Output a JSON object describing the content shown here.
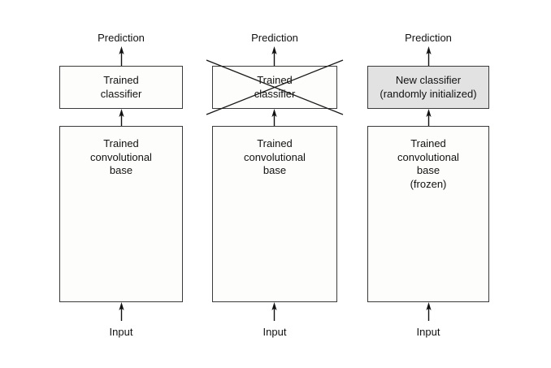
{
  "diagram": {
    "title": "Transfer learning: swapping the classifier on a pretrained convolutional base",
    "colors": {
      "box_stroke": "#3b3b3b",
      "box_fill": "#fdfdfb",
      "highlight_fill": "#e2e2e2",
      "text": "#121212",
      "arrow": "#111111",
      "background": "#ffffff"
    },
    "columns": [
      {
        "id": "column-1",
        "top_label": "Prediction",
        "classifier": {
          "lines": [
            "Trained",
            "classifier"
          ],
          "highlighted": false,
          "crossed_out": false
        },
        "base": {
          "lines": [
            "Trained",
            "convolutional",
            "base"
          ]
        },
        "bottom_label": "Input"
      },
      {
        "id": "column-2",
        "top_label": "Prediction",
        "classifier": {
          "lines": [
            "Trained",
            "classifier"
          ],
          "highlighted": false,
          "crossed_out": true
        },
        "base": {
          "lines": [
            "Trained",
            "convolutional",
            "base"
          ]
        },
        "bottom_label": "Input"
      },
      {
        "id": "column-3",
        "top_label": "Prediction",
        "classifier": {
          "lines": [
            "New classifier",
            "(randomly initialized)"
          ],
          "highlighted": true,
          "crossed_out": false
        },
        "base": {
          "lines": [
            "Trained",
            "convolutional",
            "base",
            "(frozen)"
          ]
        },
        "bottom_label": "Input"
      }
    ]
  }
}
